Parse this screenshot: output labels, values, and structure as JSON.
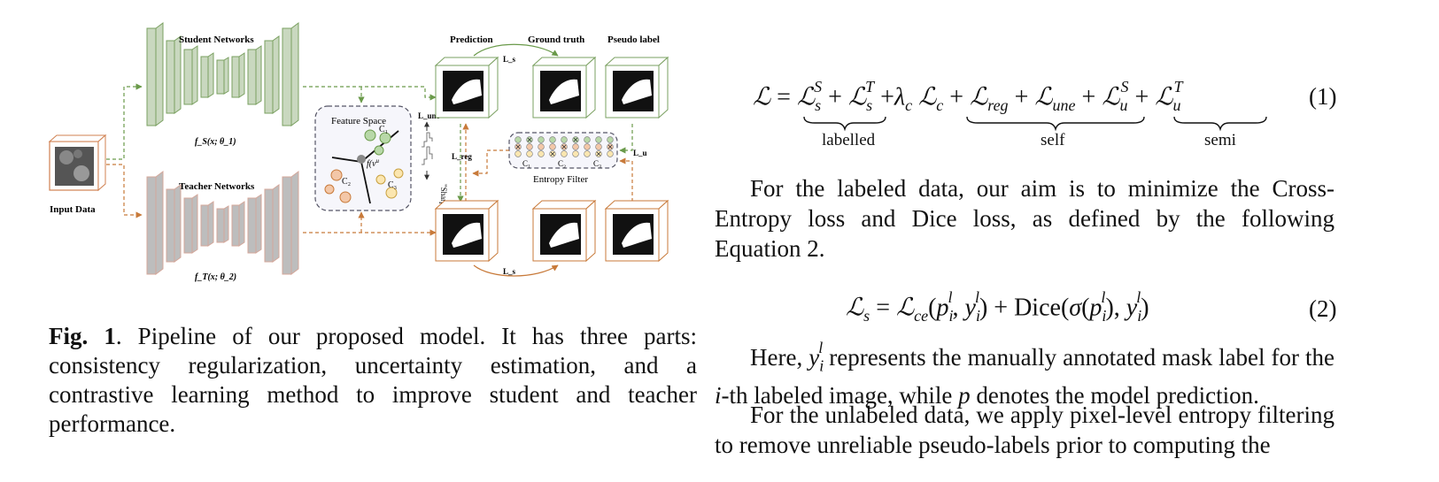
{
  "figure": {
    "student_title": "Student Networks",
    "teacher_title": "Teacher Networks",
    "input_label": "Input Data",
    "fs_label": "f_S(x; θ_1)",
    "ft_label": "f_T(x; θ_2)",
    "prediction": "Prediction",
    "ground_truth": "Ground truth",
    "pseudo_label": "Pseudo label",
    "feature_space": "Feature Space",
    "entropy_filter": "Entropy Filter",
    "sharpen": "\"Sharpen\"",
    "ls": "L_s",
    "lune": "L_une",
    "lreg": "L_reg",
    "lu": "L_u",
    "c1": "C₁",
    "c2": "C₂",
    "c3": "C₃",
    "fvu": "f(v",
    "fvu_sup": "u"
  },
  "caption": {
    "fig_label": "Fig. 1",
    "text": ". Pipeline of our proposed model. It has three parts: consistency regularization, uncertainty estimation, and a contrastive learning method to improve student and teacher performance."
  },
  "eq1": {
    "number": "(1)",
    "labelled": "labelled",
    "self": "self",
    "semi": "semi"
  },
  "para1": "For the labeled data, our aim is to minimize the Cross-Entropy loss and Dice loss, as defined by the following Equation 2.",
  "eq2": {
    "number": "(2)"
  },
  "para2_a": "Here, ",
  "para2_b": " represents the manually annotated mask label for the ",
  "para2_c": "-th labeled image, while ",
  "para2_d": " denotes the model prediction.",
  "para3": "For the unlabeled data, we apply pixel-level entropy filtering to remove unreliable pseudo-labels prior to computing the"
}
